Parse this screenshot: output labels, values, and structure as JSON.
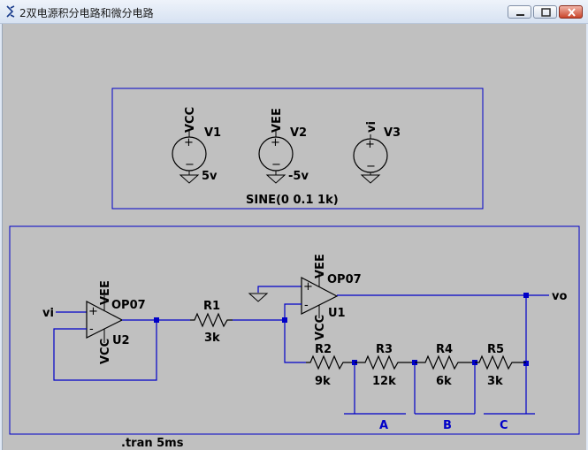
{
  "window": {
    "title": "2双电源积分电路和微分电路",
    "min_label": "minimize",
    "max_label": "maximize",
    "close_label": "close"
  },
  "sources": [
    {
      "name": "V1",
      "net": "VCC",
      "value": "5v"
    },
    {
      "name": "V2",
      "net": "VEE",
      "value": "-5v"
    },
    {
      "name": "V3",
      "net": "vi",
      "value": "SINE(0 0.1 1k)"
    }
  ],
  "opamps": [
    {
      "name": "U2",
      "model": "OP07",
      "top_pin": "VEE",
      "bottom_pin": "VCC",
      "plus": "+",
      "minus": "-"
    },
    {
      "name": "U1",
      "model": "OP07",
      "top_pin": "VEE",
      "bottom_pin": "VCC",
      "plus": "+",
      "minus": "-"
    }
  ],
  "resistors": [
    {
      "name": "R1",
      "value": "3k"
    },
    {
      "name": "R2",
      "value": "9k"
    },
    {
      "name": "R3",
      "value": "12k"
    },
    {
      "name": "R4",
      "value": "6k"
    },
    {
      "name": "R5",
      "value": "3k"
    }
  ],
  "nets": {
    "input": "vi",
    "output": "vo",
    "bus_a": "A",
    "bus_b": "B",
    "bus_c": "C"
  },
  "directive": ".tran 5ms",
  "colors": {
    "wire": "#0000c8",
    "text": "#000000",
    "canvas": "#c0c0c0"
  }
}
